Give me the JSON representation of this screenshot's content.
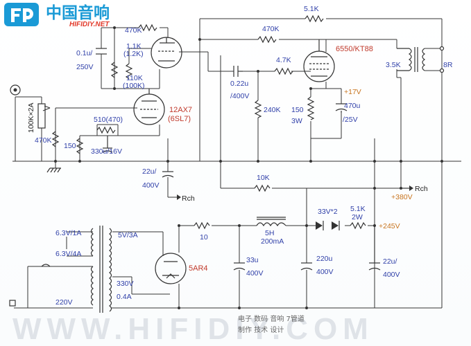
{
  "logo": {
    "cn_text": "中国音响",
    "en_text": "HIFIDIY.NET"
  },
  "watermark": {
    "text": "WWW.HIFIDIY.COM"
  },
  "bottom_note": {
    "line1": "电子  数码  音响  7管道",
    "line2": "制作  技术  设计"
  },
  "labels": {
    "r_5k1_top": "5.1K",
    "r_470k_a": "470K",
    "r_1k1": "1.1K",
    "r_1k1_alt": "(1.2K)",
    "r_470k_b": "470K",
    "c_01u": "0.1u/",
    "c_01u_v": "250V",
    "r_110k": "110K",
    "r_110k_alt": "(100K)",
    "tube_v1": "12AX7",
    "tube_v1_alt": "(6SL7)",
    "tube_v2": "6550/KT88",
    "r_4k7": "4.7K",
    "c_022u": "0.22u",
    "c_022u_v": "/400V",
    "r_240k": "240K",
    "r_150_3w": "150",
    "r_150_3w_w": "3W",
    "v_plus17": "+17V",
    "c_470u": "470u",
    "c_470u_v": "/25V",
    "ot_primary": "3.5K",
    "ot_secondary": "8R",
    "vol_pot": "100K×2A",
    "r_470k_in": "470K",
    "r_510": "510(470)",
    "r_150_k": "150",
    "c_330u": "330u/16V",
    "c_22u": "22u/",
    "c_22u_v": "400V",
    "r_10k": "10K",
    "rch_right": "Rch",
    "rch_left": "Rch",
    "v_plus380": "+380V",
    "pt_63v_1a": "6.3V/1A",
    "pt_63v_4a": "6.3V/4A",
    "pt_5v_3a": "5V/3A",
    "r_10": "10",
    "choke": "5H",
    "choke_i": "200mA",
    "zener": "33V*2",
    "r_5k1_2w": "5.1K",
    "r_5k1_2w_w": "2W",
    "v_plus245": "+245V",
    "rect_tube": "5AR4",
    "c_33u": "33u",
    "c_33u_v": "400V",
    "c_220u": "220u",
    "c_220u_v": "400V",
    "c_22u_b": "22u/",
    "c_22u_b_v": "400V",
    "pt_330v": "330V",
    "pt_04a": "0.4A",
    "mains": "220V"
  },
  "colors": {
    "wire": "#333333",
    "label": "#2f3fa8",
    "voltage": "#c8741e",
    "tube_name": "#c0392b",
    "logo": "#1a9ad6"
  }
}
